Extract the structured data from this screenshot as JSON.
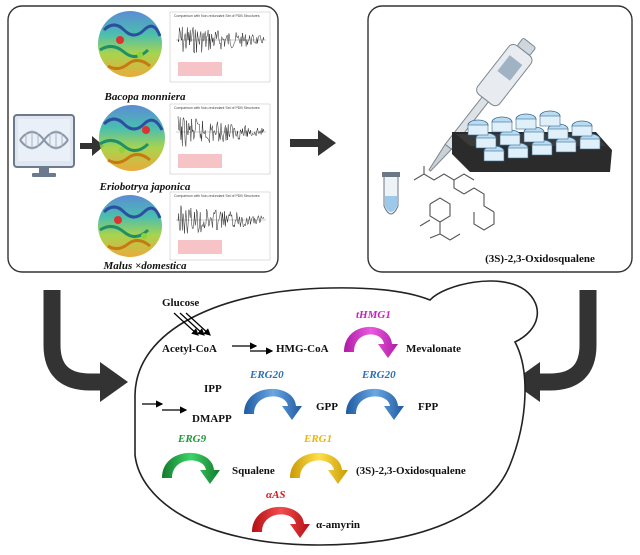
{
  "species": [
    "Bacopa monniera",
    "Eriobotrya japonica",
    "Malus ×domestica"
  ],
  "plot_caption": "Comparison with Non-redundant Set of PDB Structures",
  "substrate_label": "(3S)-2,3-Oxidosqualene",
  "pathway": {
    "glucose": "Glucose",
    "acetyl_coa": "Acetyl-CoA",
    "hmg_coa": "HMG-CoA",
    "mevalonate": "Mevalonate",
    "ipp": "IPP",
    "dmapp": "DMAPP",
    "gpp": "GPP",
    "fpp": "FPP",
    "squalene": "Squalene",
    "oxidosqualene": "(3S)-2,3-Oxidosqualene",
    "amyrin": "α-amyrin"
  },
  "enzymes": {
    "thmg1": "tHMG1",
    "erg20_a": "ERG20",
    "erg20_b": "ERG20",
    "erg9": "ERG9",
    "erg1": "ERG1",
    "aas": "αAS"
  },
  "colors": {
    "thmg1": "#c81fbd",
    "erg20": "#2f6fb5",
    "erg9": "#1d9b3a",
    "erg1": "#e8b70c",
    "aas": "#d9161c",
    "big_arrow": "#333333"
  }
}
